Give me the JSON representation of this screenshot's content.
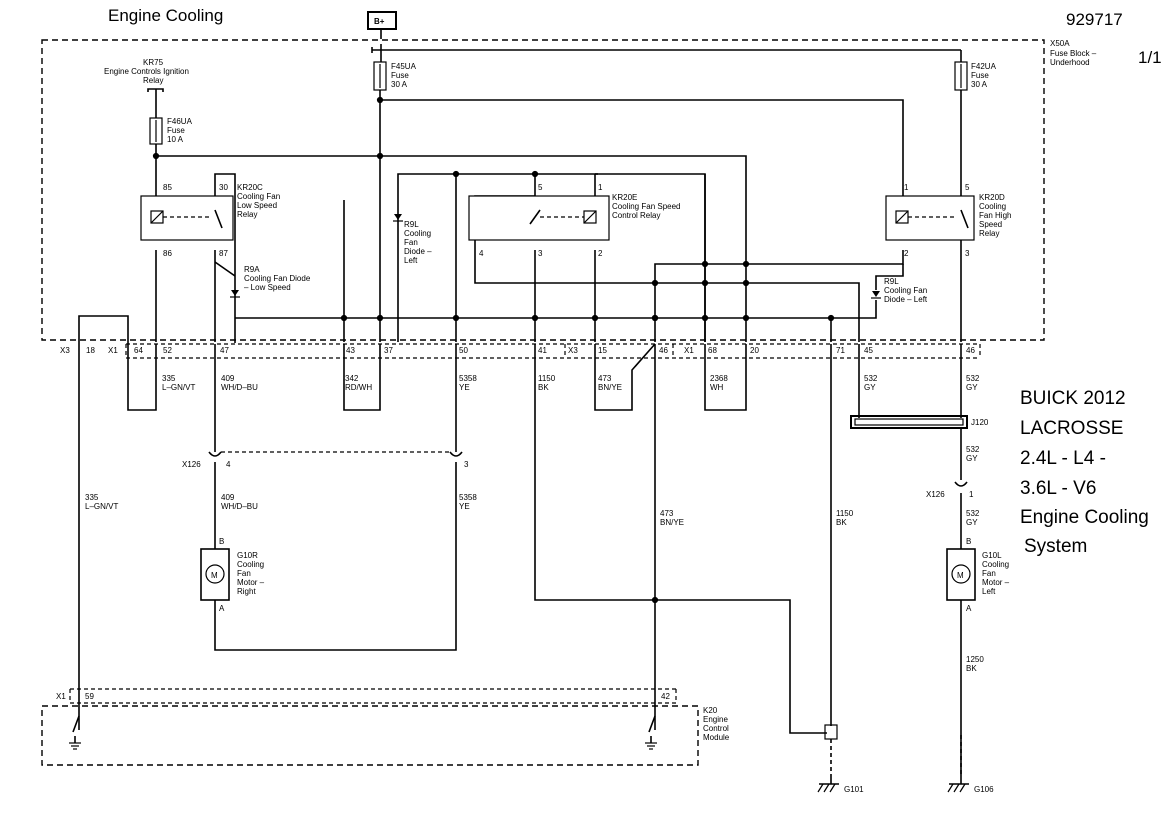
{
  "title": "Engine Cooling",
  "doc_number": "929717",
  "page": "1/1",
  "battery": "B+",
  "fuse_block": [
    "X50A",
    "Fuse Block –",
    "Underhood"
  ],
  "kr75": [
    "KR75",
    "Engine Controls Ignition",
    "Relay"
  ],
  "f45ua": [
    "F45UA",
    "Fuse",
    "30 A"
  ],
  "f42ua": [
    "F42UA",
    "Fuse",
    "30 A"
  ],
  "f46ua": [
    "F46UA",
    "Fuse",
    "10 A"
  ],
  "kr20c": {
    "lines": [
      "KR20C",
      "Cooling Fan",
      "Low Speed",
      "Relay"
    ],
    "pins": [
      "85",
      "30",
      "86",
      "87"
    ]
  },
  "kr20e": {
    "lines": [
      "KR20E",
      "Cooling Fan Speed",
      "Control Relay"
    ],
    "pins": [
      "5",
      "1",
      "4",
      "3",
      "2"
    ]
  },
  "kr20d": {
    "lines": [
      "KR20D",
      "Cooling",
      "Fan High",
      "Speed",
      "Relay"
    ],
    "pins": [
      "1",
      "5",
      "2",
      "3"
    ]
  },
  "r9l_a": [
    "R9L",
    "Cooling",
    "Fan",
    "Diode –",
    "Left"
  ],
  "r9a": [
    "R9A",
    "Cooling Fan Diode",
    "– Low Speed"
  ],
  "r9l_b": [
    "R9L",
    "Cooling Fan",
    "Diode – Left"
  ],
  "connector_row": [
    "X3",
    "18",
    "X1",
    "64",
    "52",
    "47",
    "43",
    "37",
    "50",
    "41",
    "X3",
    "15",
    "46",
    "X1",
    "68",
    "20",
    "71",
    "45",
    "46"
  ],
  "wire_labels": {
    "w335a": [
      "335",
      "L–GN/VT"
    ],
    "w409a": [
      "409",
      "WH/D–BU"
    ],
    "w342": [
      "342",
      "RD/WH"
    ],
    "w5358a": [
      "5358",
      "YE"
    ],
    "w1150a": [
      "1150",
      "BK"
    ],
    "w473a": [
      "473",
      "BN/YE"
    ],
    "w2368": [
      "2368",
      "WH"
    ],
    "w532a": [
      "532",
      "GY"
    ],
    "w532b": [
      "532",
      "GY"
    ],
    "w335b": [
      "335",
      "L–GN/VT"
    ],
    "w409b": [
      "409",
      "WH/D–BU"
    ],
    "w5358b": [
      "5358",
      "YE"
    ],
    "w473b": [
      "473",
      "BN/YE"
    ],
    "w1150b": [
      "1150",
      "BK"
    ],
    "w532c": [
      "532",
      "GY"
    ],
    "w532d": [
      "532",
      "GY"
    ],
    "w1250": [
      "1250",
      "BK"
    ]
  },
  "j120": "J120",
  "x126_left": [
    "X126",
    "4",
    "3"
  ],
  "x126_right": [
    "X126",
    "1"
  ],
  "g10r": {
    "lines": [
      "G10R",
      "Cooling",
      "Fan",
      "Motor –",
      "Right"
    ],
    "pin_b": "B",
    "pin_a": "A",
    "symbol": "M"
  },
  "g10l": {
    "lines": [
      "G10L",
      "Cooling",
      "Fan",
      "Motor –",
      "Left"
    ],
    "pin_b": "B",
    "pin_a": "A",
    "symbol": "M"
  },
  "ecm_conn": [
    "X1",
    "59",
    "42"
  ],
  "k20": [
    "K20",
    "Engine",
    "Control",
    "Module"
  ],
  "grounds": [
    "G101",
    "G106"
  ],
  "side_text": [
    "BUICK 2012",
    "LACROSSE",
    "2.4L - L4 -",
    "3.6L - V6",
    "Engine Cooling",
    " System"
  ]
}
